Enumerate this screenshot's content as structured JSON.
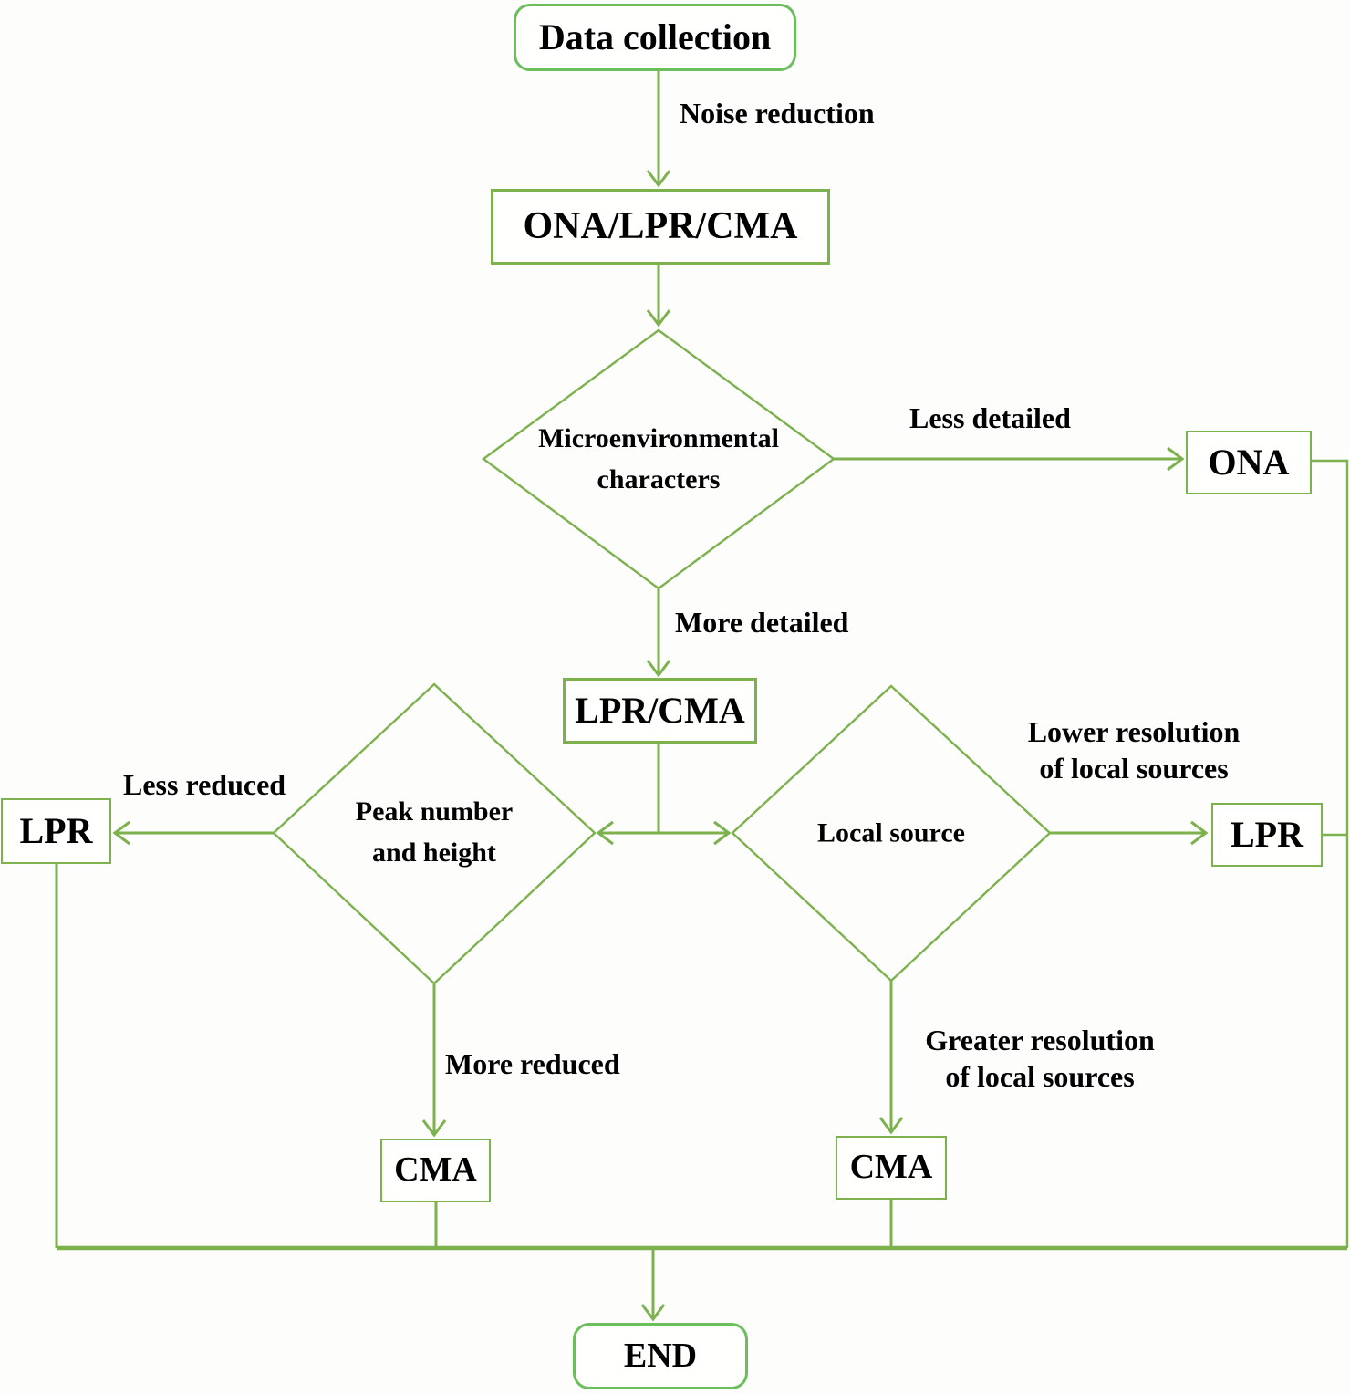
{
  "colors": {
    "line": "#7cb14e",
    "round_border": "#6cbe5c",
    "text": "#000000",
    "background": "#fdfdfb"
  },
  "nodes": {
    "data_collection": {
      "label": "Data collection",
      "shape": "rounded-rectangle"
    },
    "ona_lpr_cma": {
      "label": "ONA/LPR/CMA",
      "shape": "rectangle"
    },
    "microenvironmental": {
      "label": "Microenvironmental\ncharacters",
      "shape": "diamond"
    },
    "ona": {
      "label": "ONA",
      "shape": "rectangle"
    },
    "lpr_cma": {
      "label": "LPR/CMA",
      "shape": "rectangle"
    },
    "peak_number": {
      "label": "Peak number\nand height",
      "shape": "diamond"
    },
    "lpr_left": {
      "label": "LPR",
      "shape": "rectangle"
    },
    "local_source": {
      "label": "Local source",
      "shape": "diamond"
    },
    "lpr_right": {
      "label": "LPR",
      "shape": "rectangle"
    },
    "cma_left": {
      "label": "CMA",
      "shape": "rectangle"
    },
    "cma_right": {
      "label": "CMA",
      "shape": "rectangle"
    },
    "end": {
      "label": "END",
      "shape": "rounded-rectangle"
    }
  },
  "edge_labels": {
    "noise_reduction": "Noise reduction",
    "less_detailed": "Less detailed",
    "more_detailed": "More detailed",
    "less_reduced": "Less reduced",
    "more_reduced": "More reduced",
    "lower_resolution": "Lower resolution\nof local sources",
    "greater_resolution": "Greater resolution\nof local sources"
  }
}
